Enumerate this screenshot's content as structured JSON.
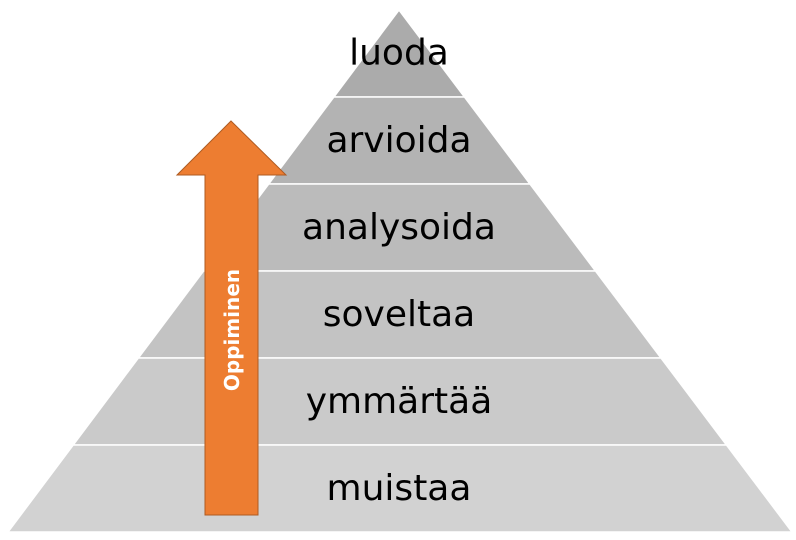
{
  "pyramid": {
    "levels": [
      {
        "label": "luoda",
        "color": "#ababab"
      },
      {
        "label": "arvioida",
        "color": "#b3b3b3"
      },
      {
        "label": "analysoida",
        "color": "#bbbbbb"
      },
      {
        "label": "soveltaa",
        "color": "#c3c3c3"
      },
      {
        "label": "ymmärtää",
        "color": "#cacaca"
      },
      {
        "label": "muistaa",
        "color": "#d2d2d2"
      }
    ]
  },
  "arrow": {
    "label": "Oppiminen",
    "color": "#ed7d31",
    "border": "#ae5a21",
    "direction": "up"
  }
}
